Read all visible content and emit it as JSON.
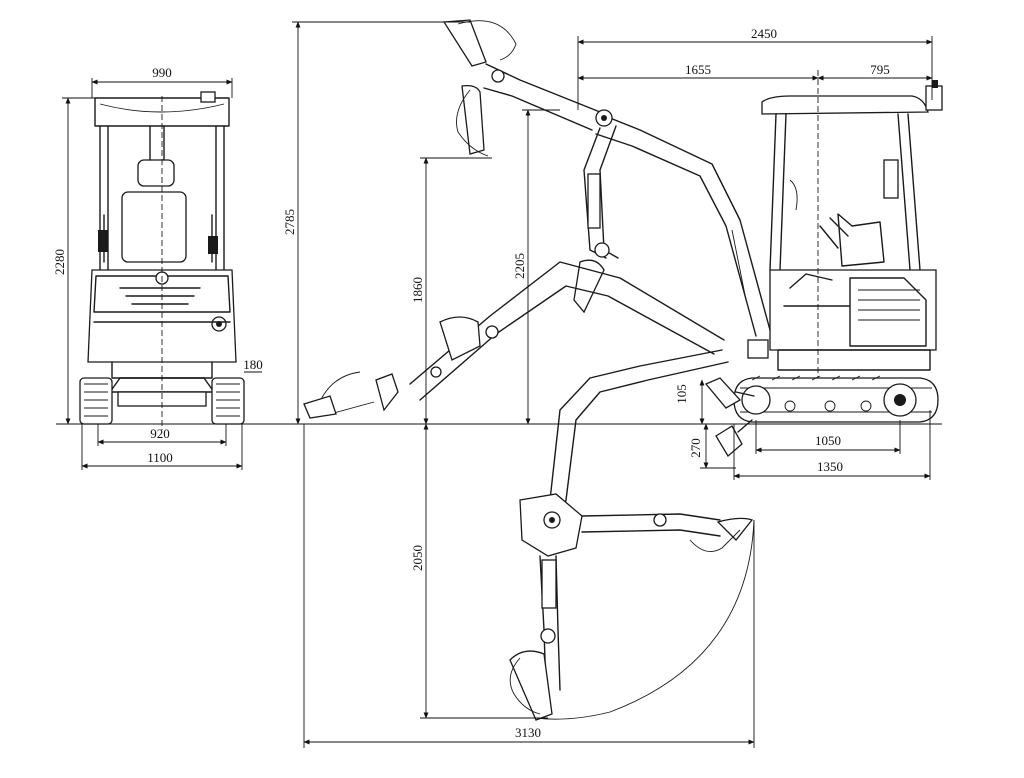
{
  "dimensions": {
    "front_width_top": "990",
    "front_height": "2280",
    "blade_overhang": "180",
    "track_gauge": "920",
    "overall_width": "1100",
    "max_reach_height": "2785",
    "dump_height": "1860",
    "max_dig_height_line": "2205",
    "dig_depth": "2050",
    "dig_reach": "3130",
    "overall_length": "2450",
    "front_to_swing": "1655",
    "tail_swing": "795",
    "blade_lift": "105",
    "blade_drop": "270",
    "track_contact": "1050",
    "track_length": "1350"
  },
  "colors": {
    "line": "#1a1a1a",
    "paper": "#ffffff"
  }
}
